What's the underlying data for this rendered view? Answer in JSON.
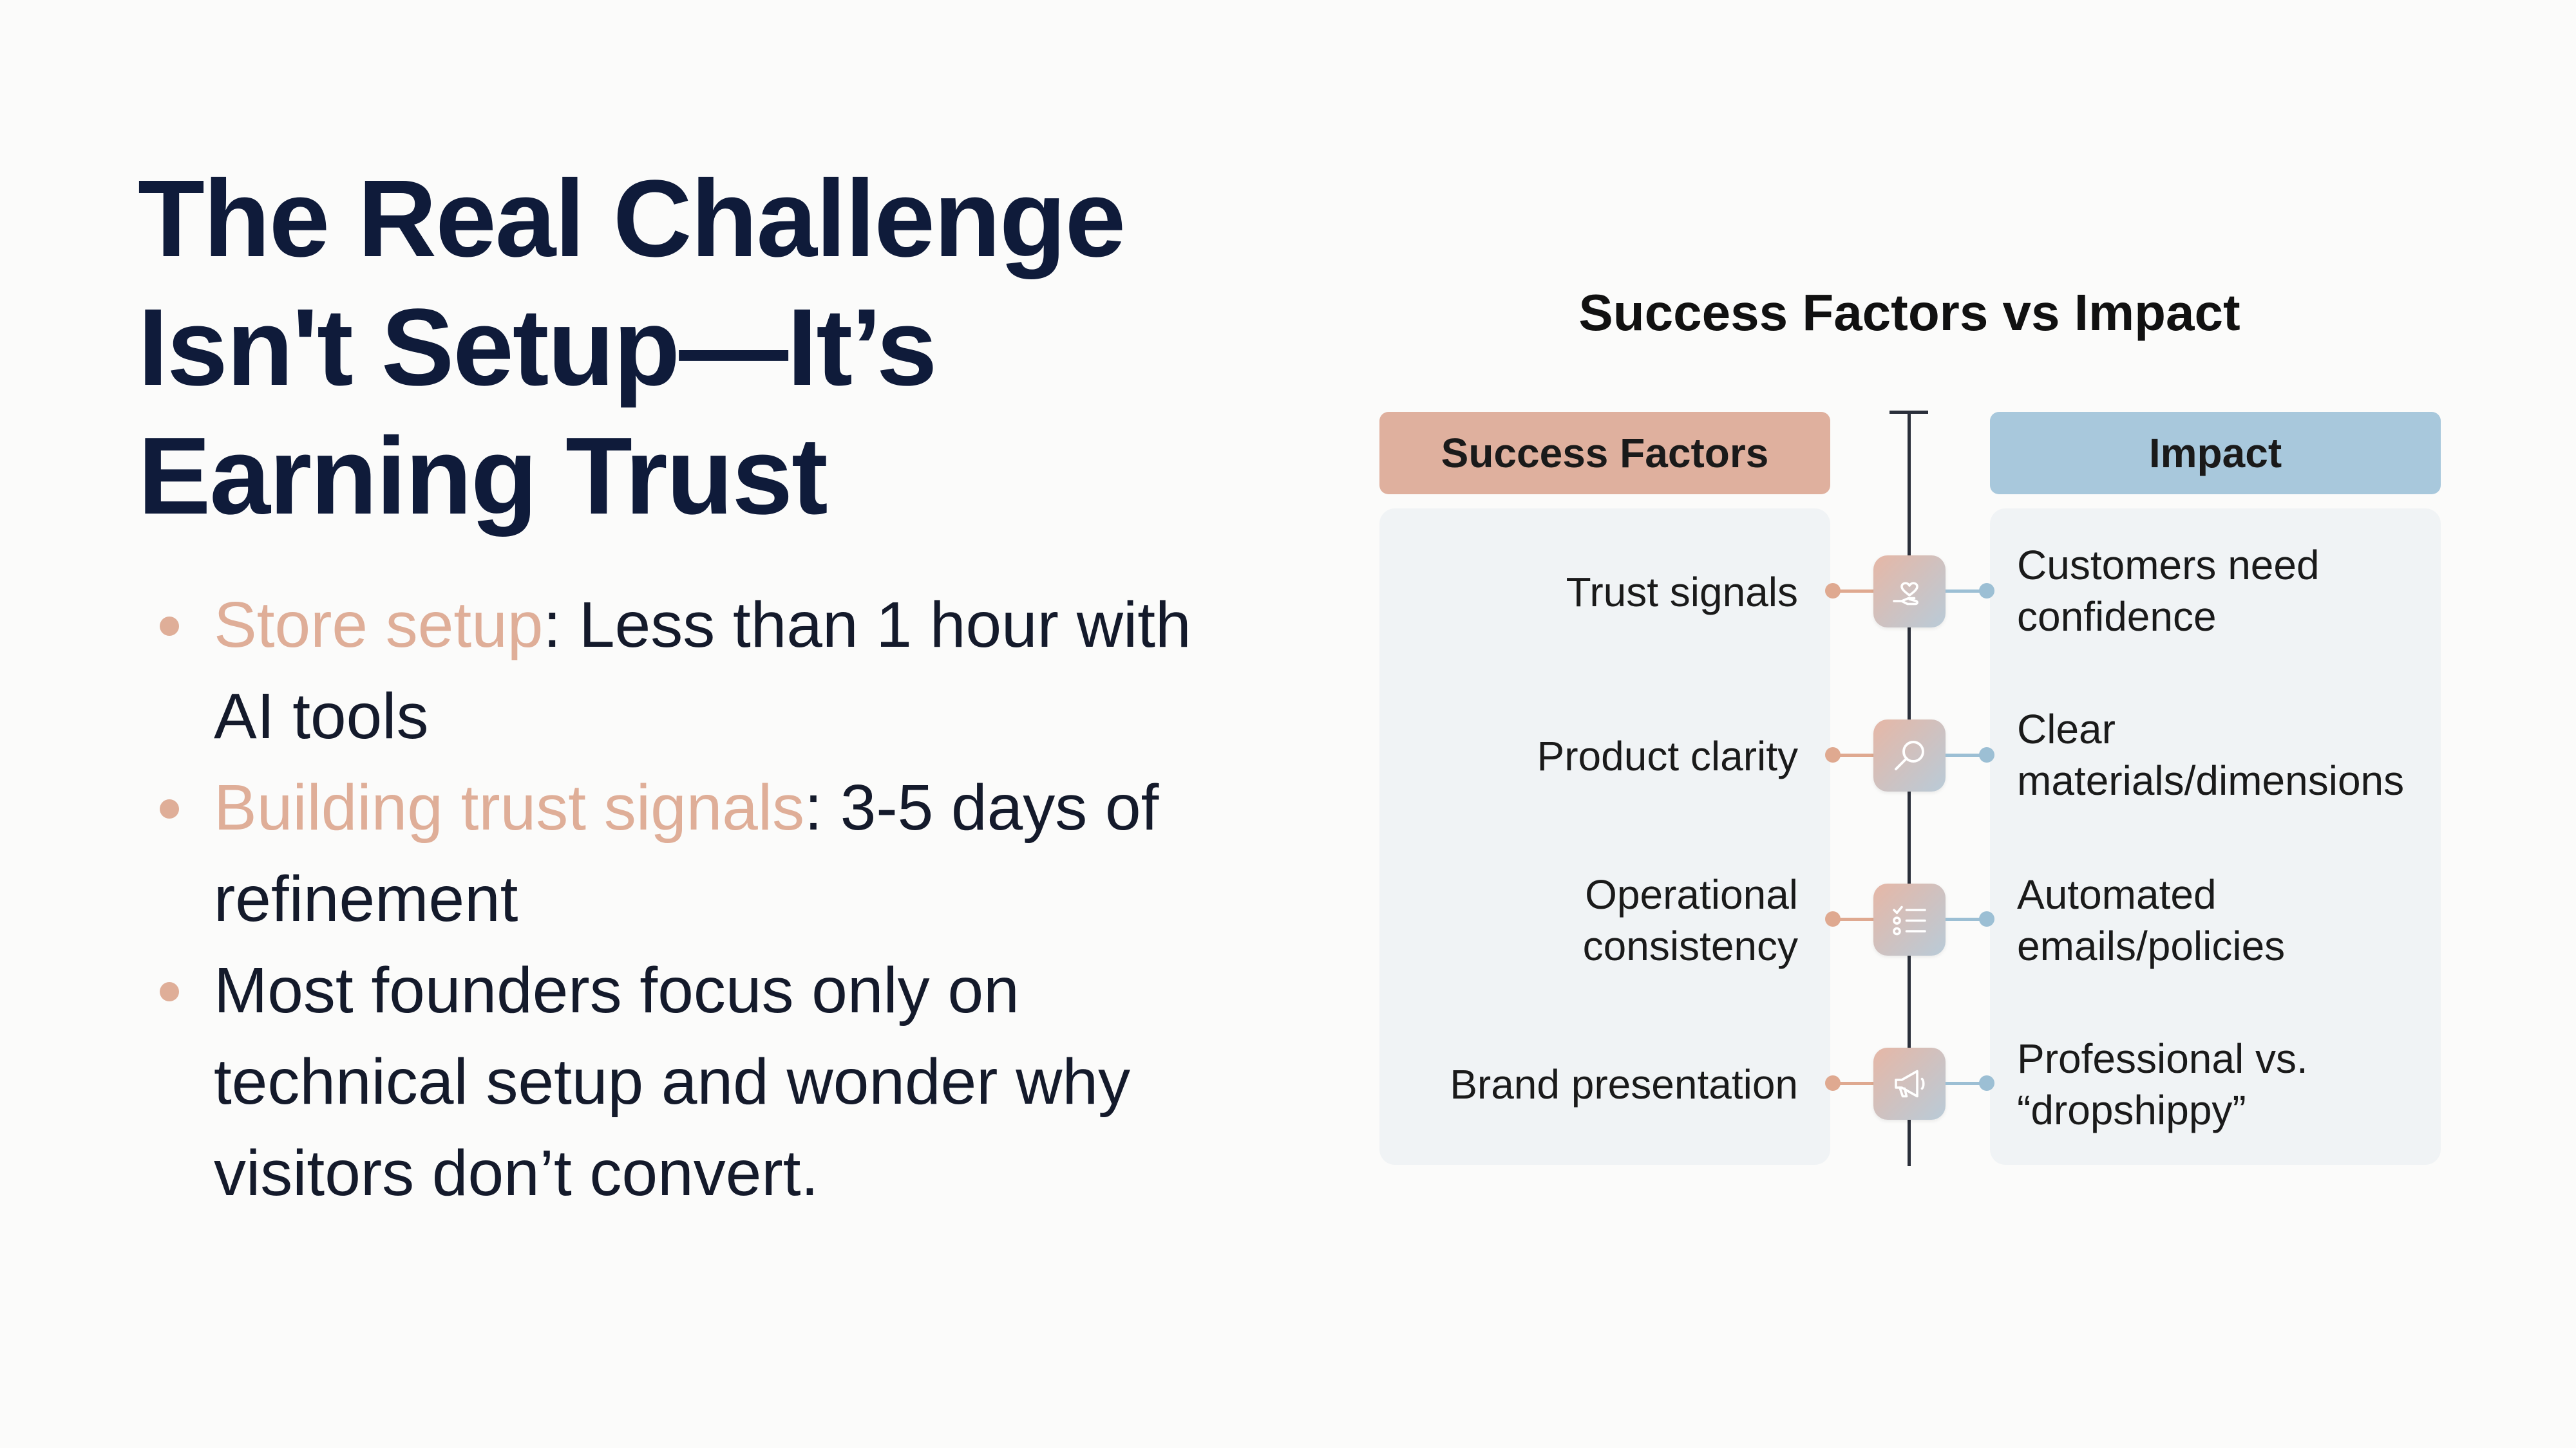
{
  "slide": {
    "title_lines": [
      "The Real Challenge",
      "Isn't Setup—It’s",
      "Earning Trust"
    ],
    "bullets": [
      {
        "highlight": "Store setup",
        "text": ": Less than 1 hour with AI tools"
      },
      {
        "highlight": "Building trust signals",
        "text": ": 3-5 days of refinement"
      },
      {
        "highlight": "",
        "text": "Most founders focus only on technical setup and wonder why visitors don’t convert."
      }
    ],
    "accent_color": "#dfae98",
    "title_color": "#0f1b3a"
  },
  "diagram": {
    "title": "Success Factors vs Impact",
    "left_header": "Success Factors",
    "right_header": "Impact",
    "left_header_color": "#dfb09e",
    "right_header_color": "#a8c8dc",
    "rows": [
      {
        "factor": "Trust signals",
        "impact": "Customers need confidence",
        "icon": "hand-heart-icon"
      },
      {
        "factor": "Product clarity",
        "impact": "Clear materials/dimensions",
        "icon": "magnifier-icon"
      },
      {
        "factor": "Operational consistency",
        "impact": "Automated emails/policies",
        "icon": "checklist-icon"
      },
      {
        "factor": "Brand presentation",
        "impact": "Professional vs. “dropshippy”",
        "icon": "megaphone-icon"
      }
    ]
  }
}
